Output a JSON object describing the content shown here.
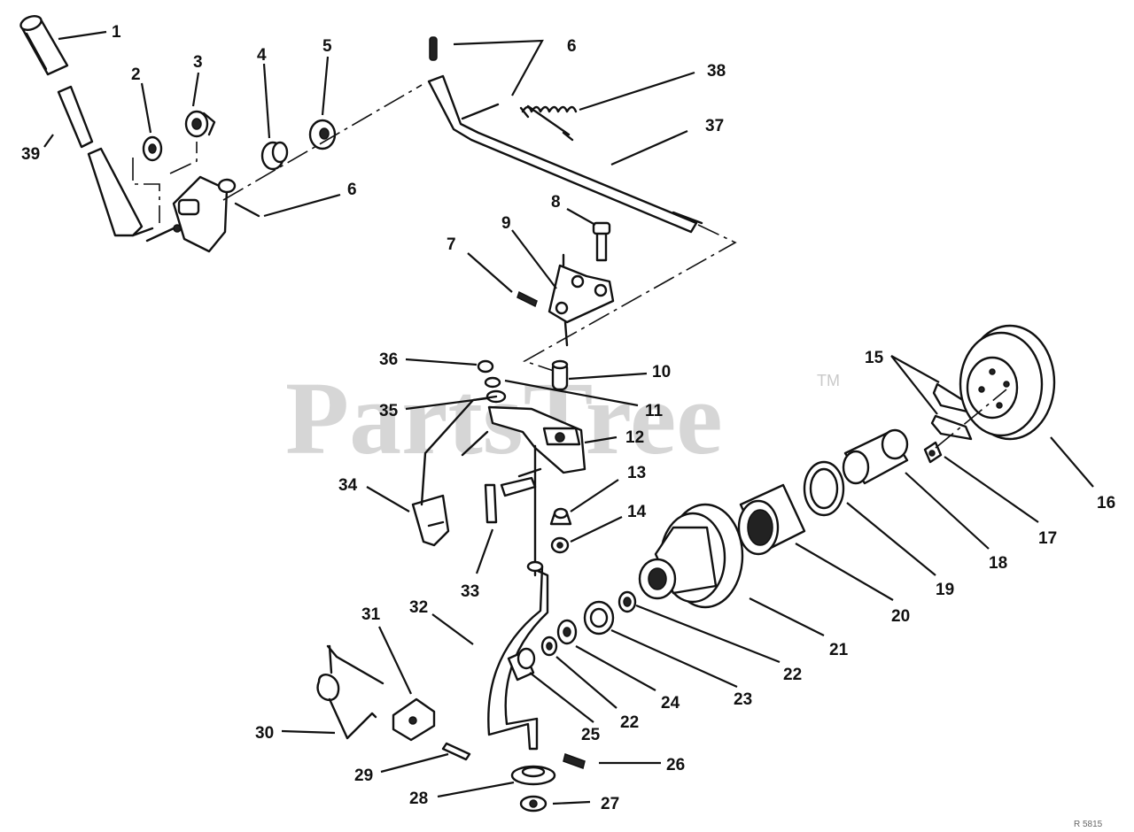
{
  "watermark": {
    "brand": "PartsTree",
    "trademark": "TM"
  },
  "callouts": {
    "c1": "1",
    "c2": "2",
    "c3": "3",
    "c4": "4",
    "c5": "5",
    "c6a": "6",
    "c6b": "6",
    "c7": "7",
    "c8": "8",
    "c9": "9",
    "c10": "10",
    "c11": "11",
    "c12": "12",
    "c13": "13",
    "c14": "14",
    "c15": "15",
    "c16": "16",
    "c17": "17",
    "c18": "18",
    "c19": "19",
    "c20": "20",
    "c21": "21",
    "c22a": "22",
    "c22b": "22",
    "c23": "23",
    "c24": "24",
    "c25": "25",
    "c26": "26",
    "c27": "27",
    "c28": "28",
    "c29": "29",
    "c30": "30",
    "c31": "31",
    "c32": "32",
    "c33": "33",
    "c34": "34",
    "c35": "35",
    "c36": "36",
    "c37": "37",
    "c38": "38",
    "c39": "39"
  },
  "drawing_ref": "R 5815"
}
